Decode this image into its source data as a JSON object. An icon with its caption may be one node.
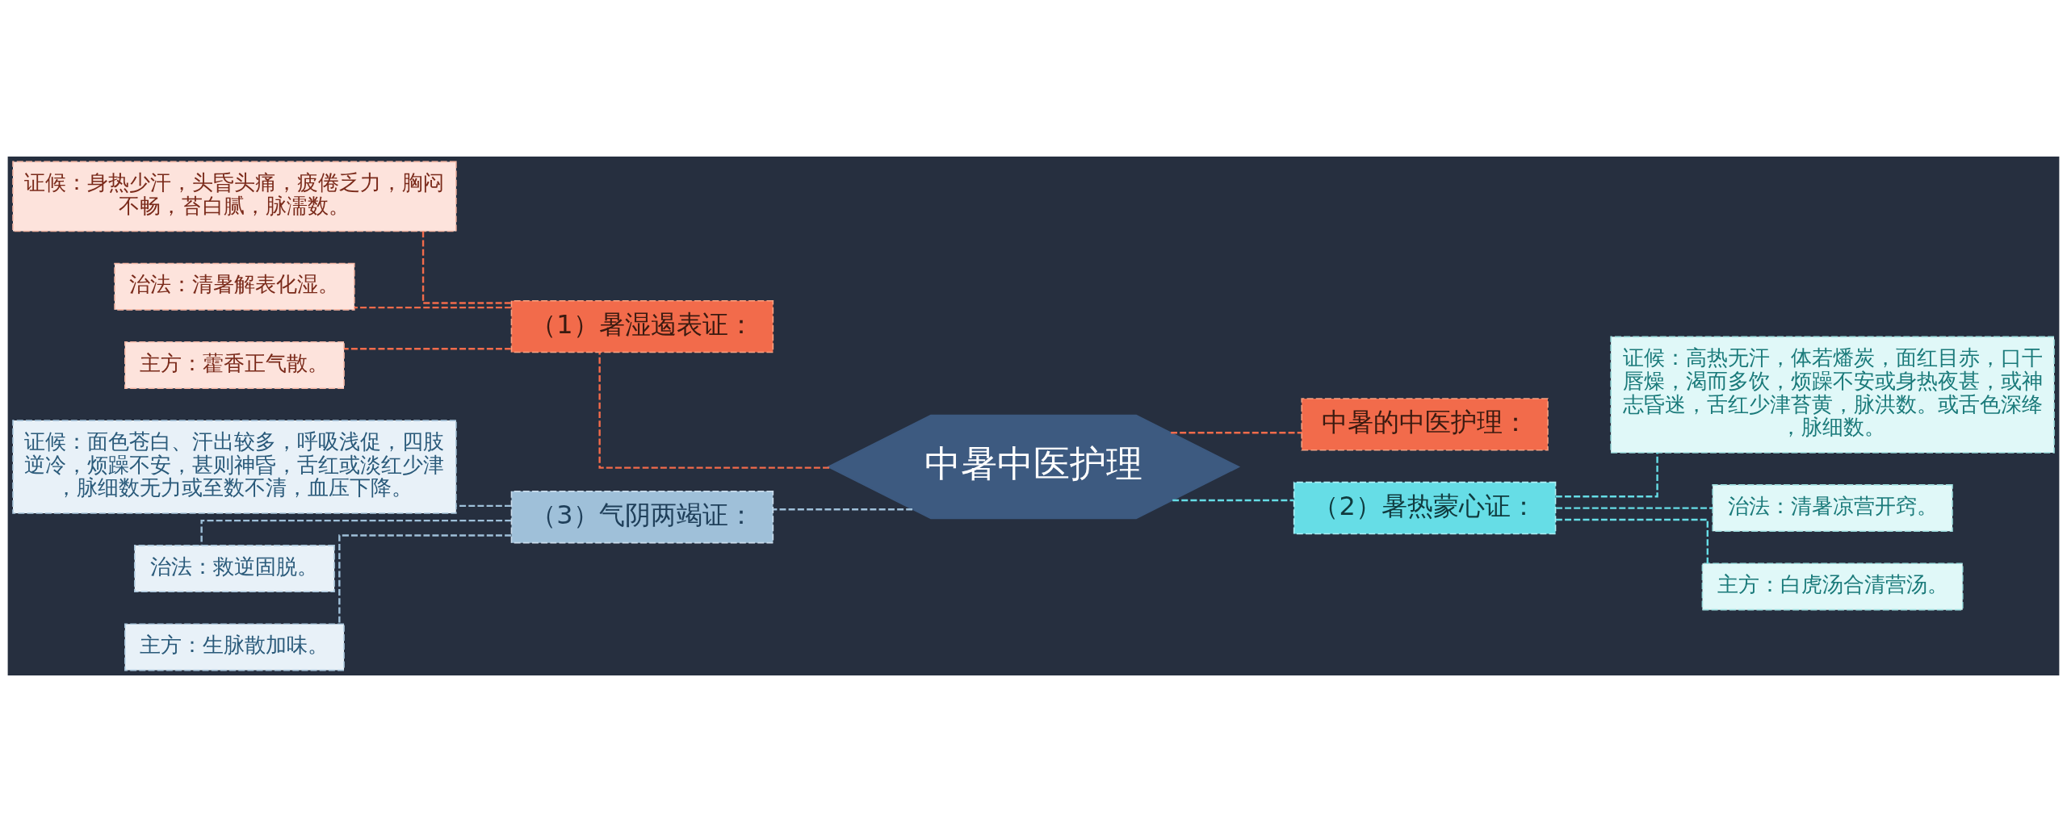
{
  "diagram": {
    "nodes": [
      {
        "text": [
          "中暑中医护理"
        ]
      },
      {
        "text": [
          "中暑的中医护理："
        ]
      },
      {
        "text": [
          "（1）暑湿遏表证："
        ]
      },
      {
        "text": [
          "证候：身热少汗，头昏头痛，疲倦乏力，胸闷不畅，苔白腻，脉濡数。"
        ]
      },
      {
        "text": [
          "治法：清暑解表化湿。"
        ]
      },
      {
        "text": [
          "主方：藿香正气散。"
        ]
      },
      {
        "text": [
          "（2）暑热蒙心证："
        ]
      },
      {
        "text": [
          "证候：高热无汗，体若燔炭，面红目赤，口干唇燥，渴而多饮，烦躁不安或身热夜甚，或神志昏迷，舌红少津苔黄，脉洪数。或舌色深绛，脉细数。"
        ]
      },
      {
        "text": [
          "治法：清暑凉营开窍。"
        ]
      },
      {
        "text": [
          "主方：白虎汤合清营汤。"
        ]
      },
      {
        "text": [
          "（3）气阴两竭证："
        ]
      },
      {
        "text": [
          "证候：面色苍白、汗出较多，呼吸浅促，四肢逆冷，烦躁不安，甚则神昏，舌红或淡红少津，脉细数无力或至数不清，血压下降。"
        ]
      },
      {
        "text": [
          "治法：救逆固脱。"
        ]
      },
      {
        "text": [
          "主方：生脉散加味。"
        ]
      }
    ],
    "edges": [
      {
        "from": 0,
        "to": 1,
        "arrow": "none",
        "style": "dashed"
      },
      {
        "from": 0,
        "to": 2,
        "arrow": "none",
        "style": "dashed"
      },
      {
        "from": 2,
        "to": 3,
        "arrow": "none",
        "style": "dashed"
      },
      {
        "from": 2,
        "to": 4,
        "arrow": "none",
        "style": "dashed"
      },
      {
        "from": 2,
        "to": 5,
        "arrow": "none",
        "style": "dashed"
      },
      {
        "from": 0,
        "to": 6,
        "arrow": "none",
        "style": "dashed",
        "color": "#66dde6"
      },
      {
        "from": 6,
        "to": 7,
        "arrow": "none",
        "style": "dashed",
        "color": "#66dde6"
      },
      {
        "from": 6,
        "to": 8,
        "arrow": "none",
        "style": "dashed",
        "color": "#66dde6"
      },
      {
        "from": 6,
        "to": 9,
        "arrow": "none",
        "style": "dashed",
        "color": "#66dde6"
      },
      {
        "from": 0,
        "to": 10,
        "arrow": "none",
        "style": "dashed",
        "color": "#9fc0d9"
      },
      {
        "from": 10,
        "to": 11,
        "arrow": "none",
        "style": "dashed",
        "color": "#9fc0d9"
      },
      {
        "from": 10,
        "to": 12,
        "arrow": "none",
        "style": "dashed",
        "color": "#9fc0d9"
      },
      {
        "from": 10,
        "to": 13,
        "arrow": "none",
        "style": "dashed",
        "color": "#9fc0d9"
      }
    ]
  }
}
